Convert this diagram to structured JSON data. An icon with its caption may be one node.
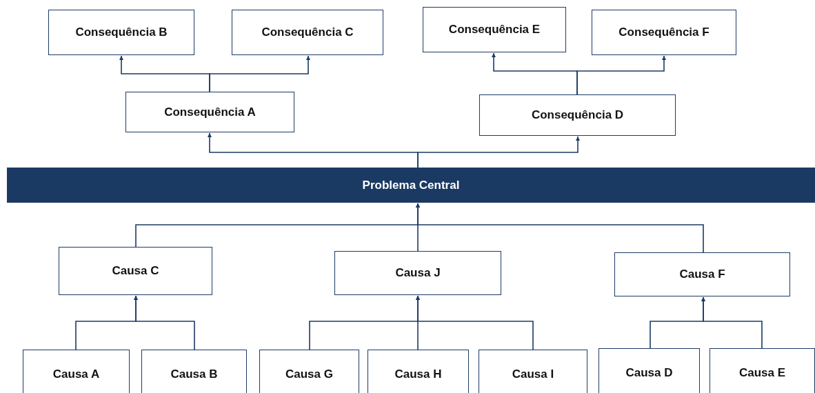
{
  "diagram": {
    "nodes": [
      {
        "text": [
          "Consequência B"
        ]
      },
      {
        "text": [
          "Consequência C"
        ]
      },
      {
        "text": [
          "Consequência E"
        ]
      },
      {
        "text": [
          "Consequência F"
        ]
      },
      {
        "text": [
          "Consequência A"
        ]
      },
      {
        "text": [
          "Consequência D"
        ]
      },
      {
        "text": [
          "Problema Central"
        ]
      },
      {
        "text": [
          "Causa C"
        ]
      },
      {
        "text": [
          "Causa J"
        ]
      },
      {
        "text": [
          "Causa F"
        ]
      },
      {
        "text": [
          "Causa A"
        ]
      },
      {
        "text": [
          "Causa B"
        ]
      },
      {
        "text": [
          "Causa G"
        ]
      },
      {
        "text": [
          "Causa H"
        ]
      },
      {
        "text": [
          "Causa I"
        ]
      },
      {
        "text": [
          "Causa D"
        ]
      },
      {
        "text": [
          "Causa E"
        ]
      }
    ],
    "edges": [
      {
        "from": 4,
        "to": 0,
        "arrow": "to"
      },
      {
        "from": 4,
        "to": 1,
        "arrow": "to"
      },
      {
        "from": 5,
        "to": 2,
        "arrow": "to"
      },
      {
        "from": 5,
        "to": 3,
        "arrow": "to"
      },
      {
        "from": 6,
        "to": 4,
        "arrow": "to"
      },
      {
        "from": 6,
        "to": 5,
        "arrow": "to"
      },
      {
        "from": 7,
        "to": 6,
        "arrow": "to"
      },
      {
        "from": 8,
        "to": 6,
        "arrow": "to"
      },
      {
        "from": 9,
        "to": 6,
        "arrow": "to"
      },
      {
        "from": 10,
        "to": 7,
        "arrow": "to"
      },
      {
        "from": 11,
        "to": 7,
        "arrow": "to"
      },
      {
        "from": 12,
        "to": 8,
        "arrow": "to"
      },
      {
        "from": 13,
        "to": 8,
        "arrow": "to"
      },
      {
        "from": 14,
        "to": 8,
        "arrow": "to"
      },
      {
        "from": 15,
        "to": 9,
        "arrow": "to"
      },
      {
        "from": 16,
        "to": 9,
        "arrow": "to"
      }
    ]
  }
}
